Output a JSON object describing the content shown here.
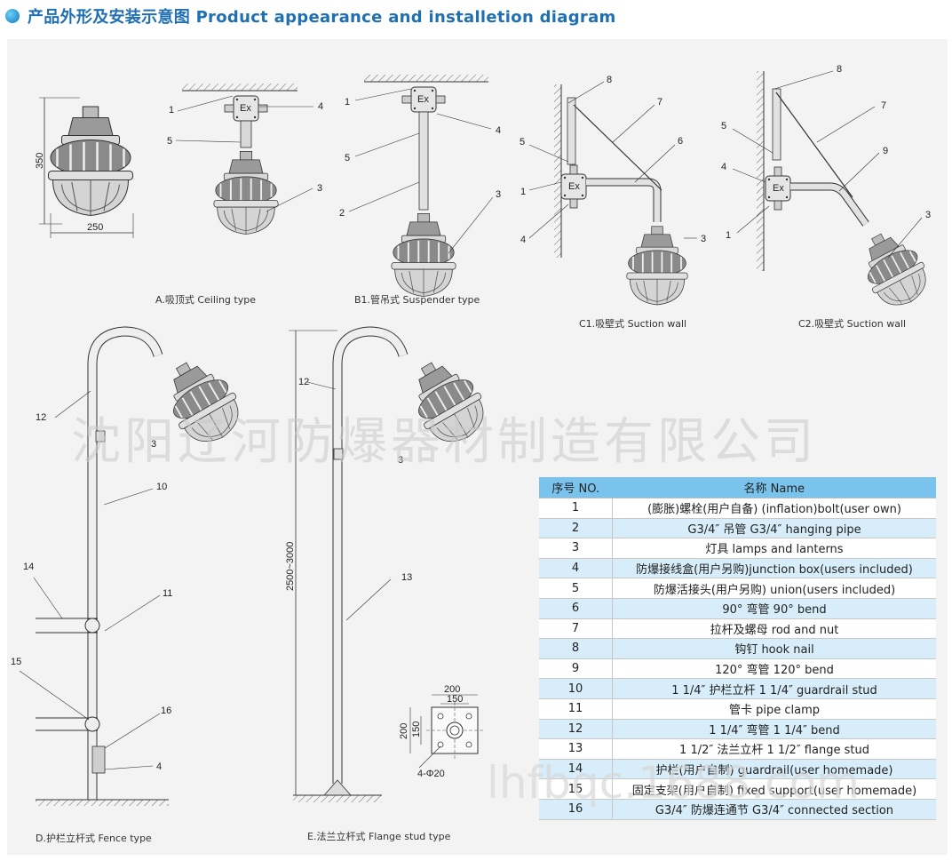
{
  "title": "产品外形及安装示意图 Product appearance and installetion diagram",
  "captions": {
    "a": "A.吸顶式 Ceiling type",
    "b1": "B1.管吊式 Suspender type",
    "c1": "C1.吸壁式  Suction wall",
    "c2": "C2.吸壁式  Suction wall",
    "d": "D.护栏立杆式  Fence type",
    "e": "E.法兰立杆式  Flange stud type"
  },
  "dimensions": {
    "height": "350",
    "width": "250",
    "pole_height": "2500~3000",
    "flange_w1": "200",
    "flange_w2": "150",
    "flange_h1": "200",
    "flange_h2": "150",
    "holes": "4-Φ20"
  },
  "box_mark": "Ex",
  "callouts": {
    "b_1": "1",
    "b_4": "4",
    "b_5": "5",
    "b_3": "3",
    "s_1": "1",
    "s_4": "4",
    "s_5": "5",
    "s_2": "2",
    "s_3": "3",
    "c1_8": "8",
    "c1_7": "7",
    "c1_6": "6",
    "c1_5": "5",
    "c1_1": "1",
    "c1_4": "4",
    "c1_3": "3",
    "c2_8": "8",
    "c2_7": "7",
    "c2_5": "5",
    "c2_9": "9",
    "c2_4": "4",
    "c2_1": "1",
    "c2_3": "3",
    "d_12": "12",
    "d_3": "3",
    "d_10": "10",
    "d_14": "14",
    "d_11": "11",
    "d_15": "15",
    "d_16": "16",
    "d_4": "4",
    "e_12": "12",
    "e_3": "3",
    "e_13": "13"
  },
  "table": {
    "header_no": "序号 NO.",
    "header_name": "名称 Name",
    "rows": [
      {
        "no": "1",
        "name": "(膨胀)螺栓(用户自备) (inflation)bolt(user own)"
      },
      {
        "no": "2",
        "name": "G3/4″  吊管  G3/4″  hanging pipe"
      },
      {
        "no": "3",
        "name": "灯具  lamps and lanterns"
      },
      {
        "no": "4",
        "name": "防爆接线盒(用户另购)junction box(users included)"
      },
      {
        "no": "5",
        "name": "防爆活接头(用户另购) union(users included)"
      },
      {
        "no": "6",
        "name": "90°  弯管  90°  bend"
      },
      {
        "no": "7",
        "name": "拉杆及螺母 rod and nut"
      },
      {
        "no": "8",
        "name": "钩钉  hook nail"
      },
      {
        "no": "9",
        "name": "120°  弯管  120°  bend"
      },
      {
        "no": "10",
        "name": "1 1/4″  护栏立杆  1 1/4″  guardrail stud"
      },
      {
        "no": "11",
        "name": "管卡  pipe clamp"
      },
      {
        "no": "12",
        "name": "1 1/4″  弯管  1 1/4″  bend"
      },
      {
        "no": "13",
        "name": "1 1/2″  法兰立杆  1 1/2″  flange stud"
      },
      {
        "no": "14",
        "name": "护栏(用户自制)  guardrail(user homemade)"
      },
      {
        "no": "15",
        "name": "固定支架(用户自制) fixed support(user homemade)"
      },
      {
        "no": "16",
        "name": "G3/4″  防爆连通节  G3/4″  connected section"
      }
    ]
  },
  "watermarks": {
    "company": "沈阳辽河防爆器材制造有限公司",
    "url": "lhfbqc.1688.com"
  }
}
